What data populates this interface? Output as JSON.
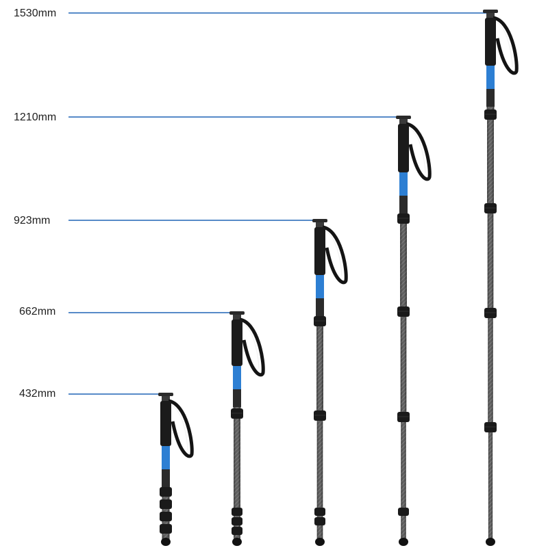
{
  "heights": [
    {
      "label": "1530mm",
      "value_mm": 1530,
      "sections": 5
    },
    {
      "label": "1210mm",
      "value_mm": 1210,
      "sections": 4
    },
    {
      "label": "923mm",
      "value_mm": 923,
      "sections": 3
    },
    {
      "label": "662mm",
      "value_mm": 662,
      "sections": 2
    },
    {
      "label": "432mm",
      "value_mm": 432,
      "sections": 1
    }
  ],
  "colors": {
    "guide_line": "#1f64b5",
    "label_text": "#1e1e1e",
    "carbon_tube": "#4a4a4a",
    "grip": "#1b1b1b",
    "brand_band": "#2d7fd3",
    "strap": "#141414"
  },
  "icons": {
    "monopod": "monopod-photo",
    "strap": "wrist-strap-icon"
  }
}
